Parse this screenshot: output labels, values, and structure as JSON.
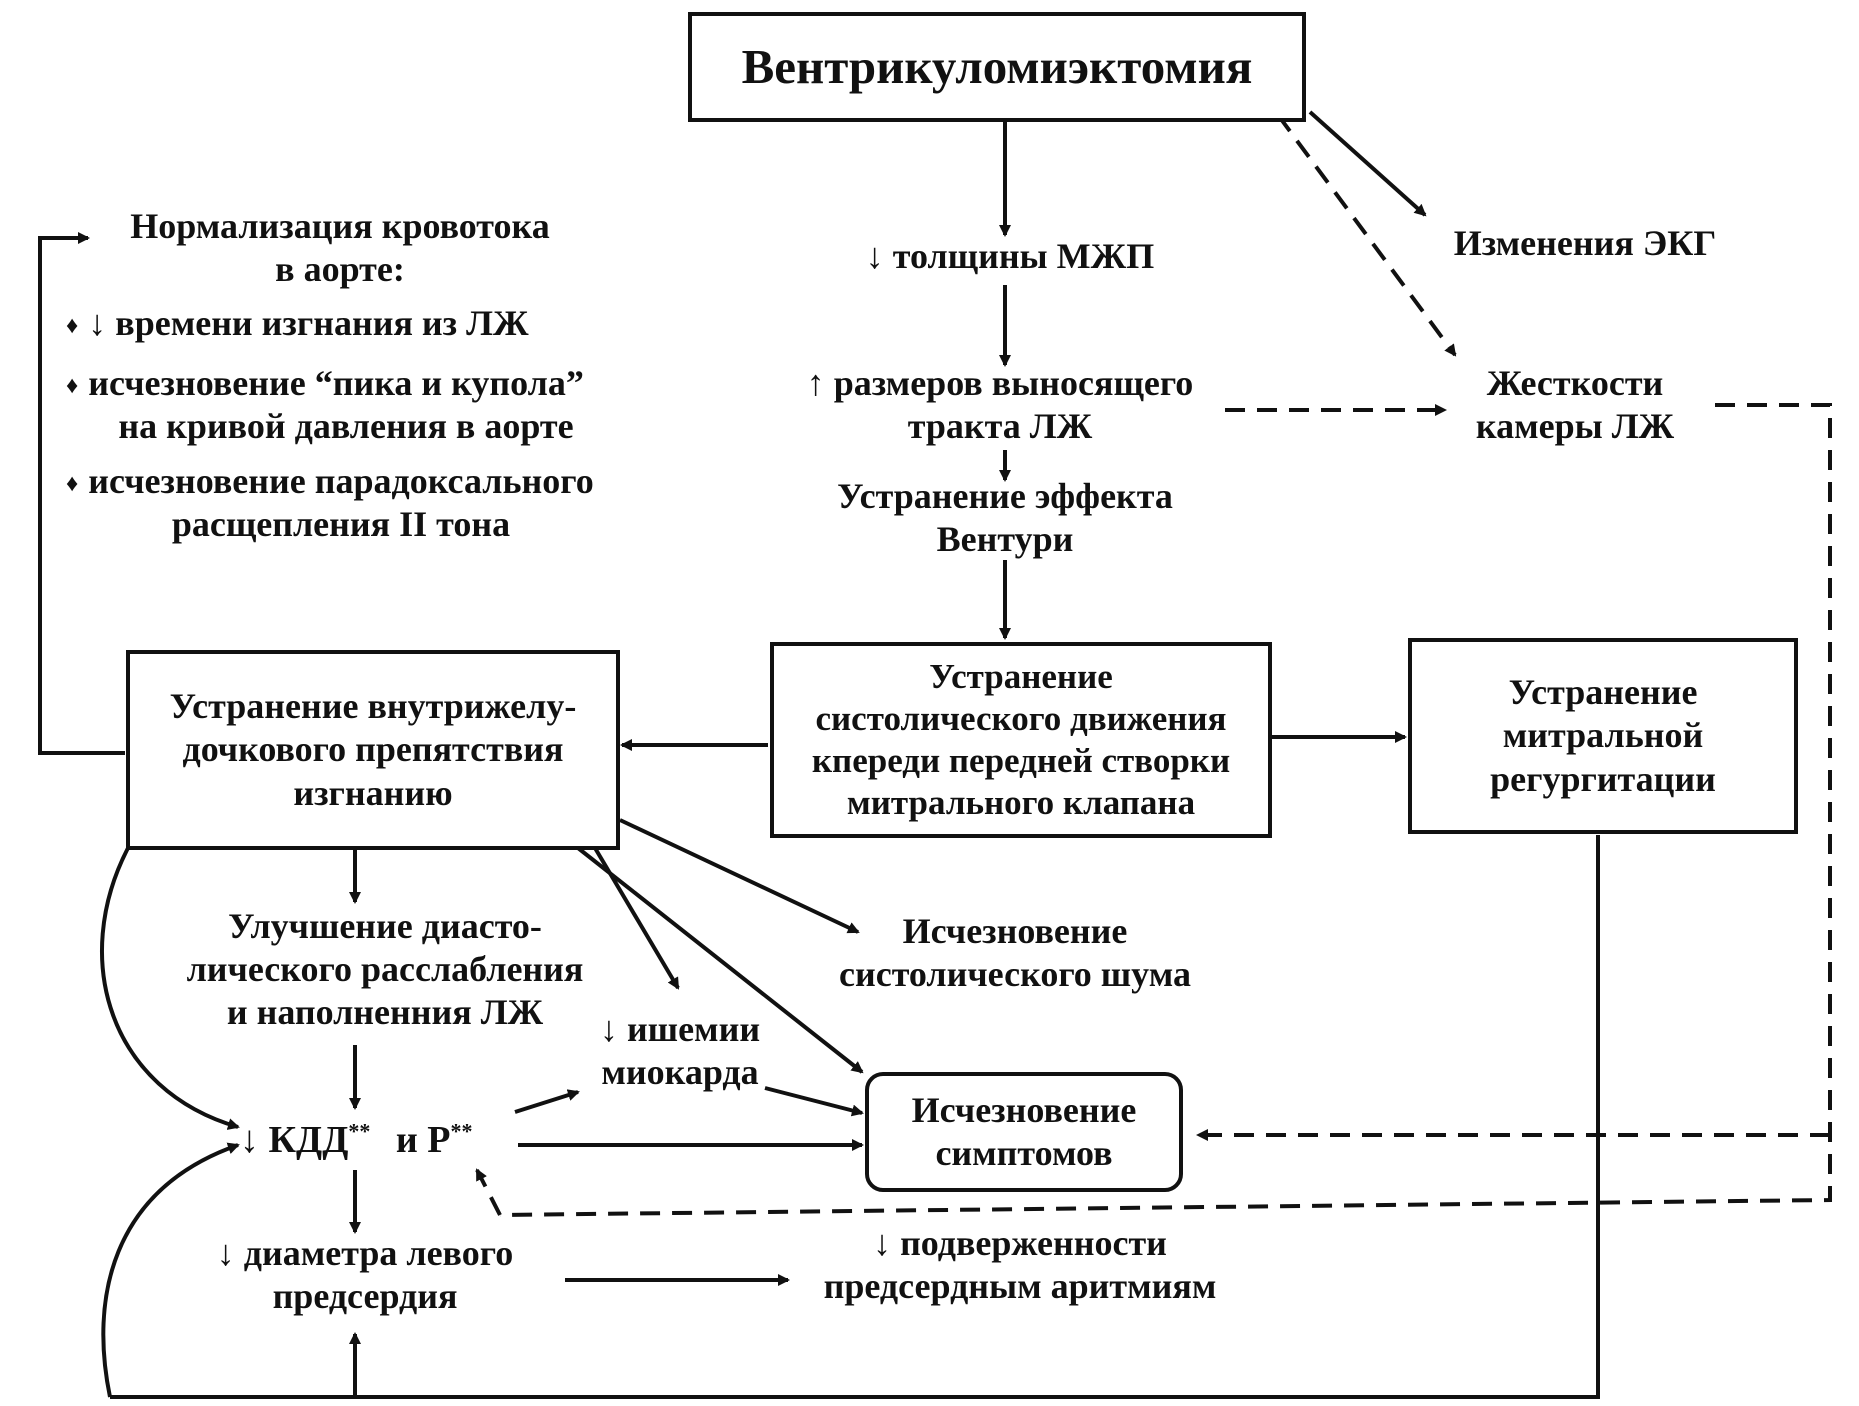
{
  "nodes": {
    "top": "Вентрикуломиэктомия",
    "mzhp": "↓ толщины МЖП",
    "ekg": "Изменения ЭКГ",
    "outflow": [
      "↑ размеров выносящего",
      "тракта ЛЖ"
    ],
    "stiffness": [
      "Жесткости",
      "камеры ЛЖ"
    ],
    "venturi": [
      "Устранение эффекта",
      "Вентури"
    ],
    "normalization_title": [
      "Нормализация кровотока",
      "в аорте:"
    ],
    "normalization_items": [
      [
        "↓ времени изгнания из ЛЖ"
      ],
      [
        "исчезновение “пика и купола”",
        "на кривой давления в аорте"
      ],
      [
        "исчезновение парадоксального",
        "расщепления II тона"
      ]
    ],
    "bullet_glyph": "♦",
    "obstruction": [
      "Устранение внутрижелу-",
      "дочкового препятствия",
      "изгнанию"
    ],
    "sam": [
      "Устранение",
      "систолического движения",
      "кпереди передней створки",
      "митрального клапана"
    ],
    "mitral": [
      "Устранение",
      "митральной",
      "регургитации"
    ],
    "diastolic": [
      "Улучшение диасто-",
      "лического расслабления",
      "и наполненния ЛЖ"
    ],
    "murmur": [
      "Исчезновение",
      "систолического шума"
    ],
    "ischemia": [
      "↓ ишемии",
      "миокарда"
    ],
    "symptoms": [
      "Исчезновение",
      "симптомов"
    ],
    "kdd": "↓ КДД",
    "kdd_mark": "**",
    "and_p": "и Р",
    "p_mark": "**",
    "atrium": [
      "↓ диаметра левого",
      "предсердия"
    ],
    "arrhythmia": [
      "↓ подверженности",
      "предсердным аритмиям"
    ]
  },
  "colors": {
    "ink": "#111111",
    "background": "#ffffff"
  }
}
